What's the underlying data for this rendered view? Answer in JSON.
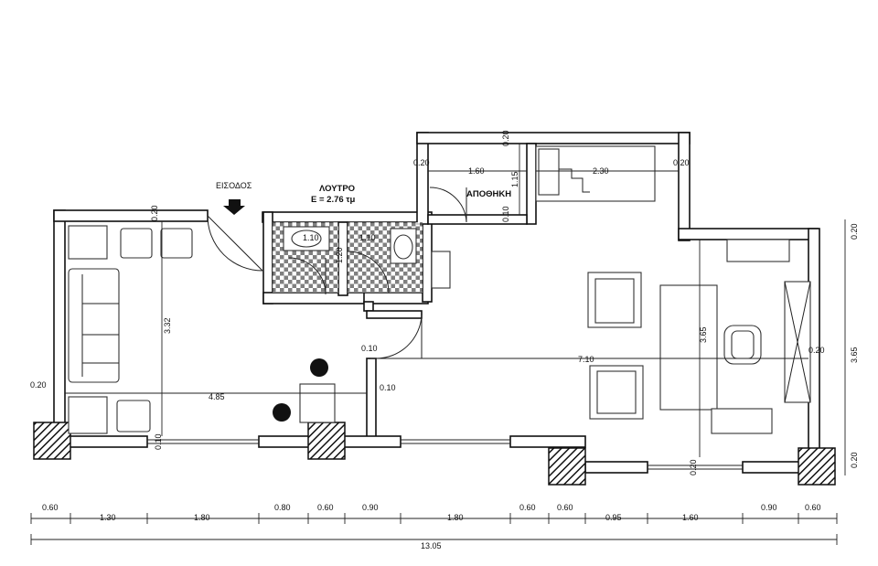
{
  "labels": {
    "entrance": "ΕΙΣΟΔΟΣ",
    "bathroom": "ΛΟΥΤΡΟ",
    "bathroom_area": "E = 2.76 τμ",
    "storage": "ΑΠΟΘΗΚΗ"
  },
  "dims": {
    "d_020_left": "0.20",
    "d_485": "4.85",
    "d_332": "3.32",
    "d_020_v1": "0.20",
    "d_010_a": "0.10",
    "d_010_b": "0.10",
    "d_110_a": "1.10",
    "d_110_b": "1.10",
    "d_120": "1.20",
    "d_020_top": "0.20",
    "d_160_top": "1.60",
    "d_230": "2.30",
    "d_020_top2": "0.20",
    "d_115": "1.15",
    "d_020_v2": "0.20",
    "d_010_v": "0.10",
    "d_710": "7.10",
    "d_365_in": "3.65",
    "d_020_mid": "0.20",
    "d_020_r1": "0.20",
    "d_365_r": "3.65",
    "d_020_r2": "0.20",
    "d_010_bl": "0.10",
    "d_020_bm": "0.20"
  },
  "bottom_dims": [
    "0.60",
    "1.30",
    "1.80",
    "0.80",
    "0.60",
    "0.90",
    "1.80",
    "0.60",
    "0.60",
    "0.95",
    "1.60",
    "0.90",
    "0.60"
  ],
  "overall": "13.05"
}
